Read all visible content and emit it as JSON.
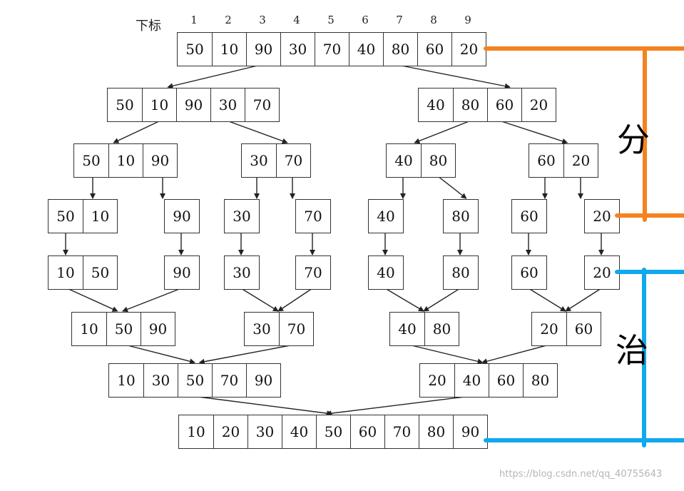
{
  "index_label": "下标",
  "indices": [
    "1",
    "2",
    "3",
    "4",
    "5",
    "6",
    "7",
    "8",
    "9"
  ],
  "arrays": {
    "root": [
      "50",
      "10",
      "90",
      "30",
      "70",
      "40",
      "80",
      "60",
      "20"
    ],
    "l1a": [
      "50",
      "10",
      "90",
      "30",
      "70"
    ],
    "l1b": [
      "40",
      "80",
      "60",
      "20"
    ],
    "l2a": [
      "50",
      "10",
      "90"
    ],
    "l2b": [
      "30",
      "70"
    ],
    "l2c": [
      "40",
      "80"
    ],
    "l2d": [
      "60",
      "20"
    ],
    "l3a": [
      "50",
      "10"
    ],
    "l3b": [
      "90"
    ],
    "l3c": [
      "30"
    ],
    "l3d": [
      "70"
    ],
    "l3e": [
      "40"
    ],
    "l3f": [
      "80"
    ],
    "l3g": [
      "60"
    ],
    "l3h": [
      "20"
    ],
    "m1a": [
      "10",
      "50"
    ],
    "m1b": [
      "90"
    ],
    "m1c": [
      "30"
    ],
    "m1d": [
      "70"
    ],
    "m1e": [
      "40"
    ],
    "m1f": [
      "80"
    ],
    "m1g": [
      "60"
    ],
    "m1h": [
      "20"
    ],
    "m2a": [
      "10",
      "50",
      "90"
    ],
    "m2b": [
      "30",
      "70"
    ],
    "m2c": [
      "40",
      "80"
    ],
    "m2d": [
      "20",
      "60"
    ],
    "m3a": [
      "10",
      "30",
      "50",
      "70",
      "90"
    ],
    "m3b": [
      "20",
      "40",
      "60",
      "80"
    ],
    "final": [
      "10",
      "20",
      "30",
      "40",
      "50",
      "60",
      "70",
      "80",
      "90"
    ]
  },
  "phase_divide": "分",
  "phase_conquer": "治",
  "colors": {
    "divide": "#f58220",
    "conquer": "#10a8ee"
  },
  "watermark": "https://blog.csdn.net/qq_40755643"
}
